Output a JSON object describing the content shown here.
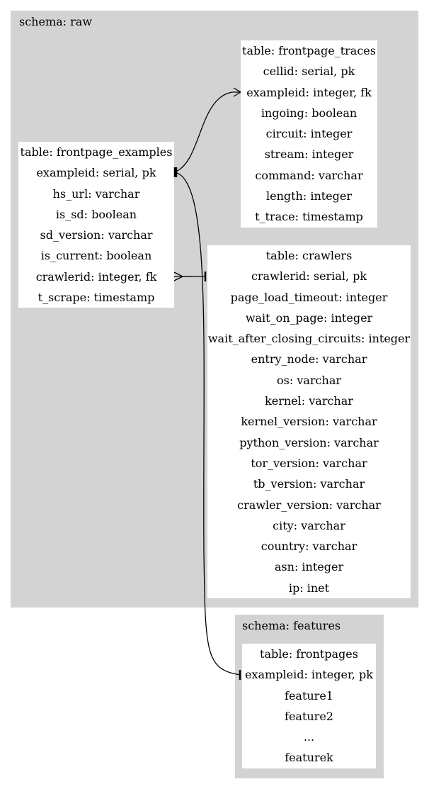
{
  "schemas": {
    "raw": {
      "label": "schema: raw",
      "tables": {
        "frontpage_examples": {
          "rows": [
            "table: frontpage_examples",
            "exampleid: serial, pk",
            "hs_url: varchar",
            "is_sd: boolean",
            "sd_version: varchar",
            "is_current: boolean",
            "crawlerid: integer, fk",
            "t_scrape: timestamp"
          ]
        },
        "frontpage_traces": {
          "rows": [
            "table: frontpage_traces",
            "cellid: serial, pk",
            "exampleid: integer, fk",
            "ingoing: boolean",
            "circuit: integer",
            "stream: integer",
            "command: varchar",
            "length: integer",
            "t_trace: timestamp"
          ]
        },
        "crawlers": {
          "rows": [
            "table: crawlers",
            "crawlerid: serial, pk",
            "page_load_timeout: integer",
            "wait_on_page: integer",
            "wait_after_closing_circuits: integer",
            "entry_node: varchar",
            "os: varchar",
            "kernel: varchar",
            "kernel_version: varchar",
            "python_version: varchar",
            "tor_version: varchar",
            "tb_version: varchar",
            "crawler_version: varchar",
            "city: varchar",
            "country: varchar",
            "asn: integer",
            "ip: inet"
          ]
        }
      }
    },
    "features": {
      "label": "schema: features",
      "tables": {
        "frontpages": {
          "rows": [
            "table: frontpages",
            "exampleid: integer, pk",
            "feature1",
            "feature2",
            "...",
            "featurek"
          ]
        }
      }
    }
  },
  "edges": [
    {
      "from": "frontpage_examples.exampleid",
      "to": "frontpage_traces.exampleid",
      "tail": "tee",
      "head": "crow"
    },
    {
      "from": "frontpage_examples.crawlerid",
      "to": "crawlers.crawlerid",
      "tail": "crow",
      "head": "tee"
    },
    {
      "from": "frontpage_examples.exampleid",
      "to": "frontpages.exampleid",
      "tail": "tee",
      "head": "tee"
    }
  ]
}
